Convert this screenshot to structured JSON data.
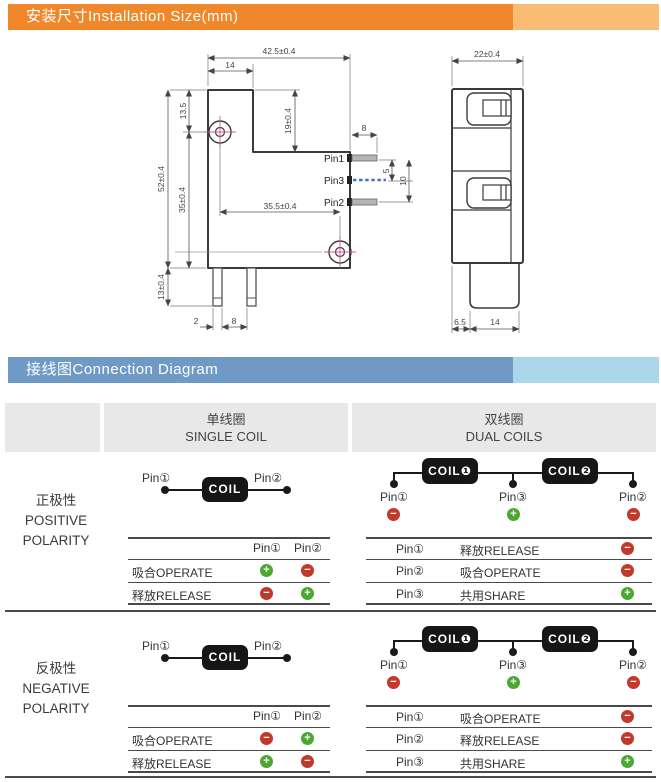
{
  "headers": {
    "installation": "安装尺寸Installation Size(mm)",
    "connection": "接线图Connection Diagram"
  },
  "colors": {
    "orange": "#F0882B",
    "orange_light": "#F8BC74",
    "blue": "#6F9AC6",
    "blue_light": "#ABD7EA",
    "plus_green": "#4CA832",
    "minus_red": "#C0392B",
    "pin3_blue": "#4472C4",
    "crosshair_magenta": "#D4509E"
  },
  "drawing": {
    "front": {
      "dim_overall_width": "42.5±0.4",
      "dim_tab_width": "14",
      "dim_hole_top": "13.5",
      "dim_notch_depth": "19±0.4",
      "dim_lead_length": "8",
      "dim_overall_height": "52±0.4",
      "dim_hole_bottom": "35±0.4",
      "dim_pin_pitch_upper": "5",
      "dim_pin_pitch_total": "10",
      "dim_hole_span": "35.5±0.4",
      "dim_bottom_pin_length": "13±0.4",
      "dim_bottom_pin_width": "2",
      "dim_bottom_pin_gap": "8",
      "pin1": "Pin1",
      "pin3": "Pin3",
      "pin2": "Pin2"
    },
    "side": {
      "dim_width": "22±0.4",
      "dim_foot_offset": "6.5",
      "dim_foot_width": "14"
    }
  },
  "connection": {
    "columns": {
      "single_zh": "单线圈",
      "single_en": "SINGLE COIL",
      "dual_zh": "双线圈",
      "dual_en": "DUAL COILS"
    },
    "coil": "COIL",
    "coil1": "COIL❶",
    "coil2": "COIL❷",
    "pin1": "Pin①",
    "pin2": "Pin②",
    "pin3": "Pin③",
    "positive": {
      "zh": "正极性",
      "en1": "POSITIVE",
      "en2": "POLARITY",
      "single_rows": [
        {
          "label": "吸合OPERATE",
          "pin1": "+",
          "pin2": "−"
        },
        {
          "label": "释放RELEASE",
          "pin1": "−",
          "pin2": "+"
        }
      ],
      "dual_signs": {
        "pin1": "−",
        "pin3": "+",
        "pin2": "−"
      },
      "dual_rows": [
        {
          "pin": "Pin①",
          "label": "释放RELEASE",
          "sign": "−"
        },
        {
          "pin": "Pin②",
          "label": "吸合OPERATE",
          "sign": "−"
        },
        {
          "pin": "Pin③",
          "label": "共用SHARE",
          "sign": "+"
        }
      ]
    },
    "negative": {
      "zh": "反极性",
      "en1": "NEGATIVE",
      "en2": "POLARITY",
      "single_rows": [
        {
          "label": "吸合OPERATE",
          "pin1": "−",
          "pin2": "+"
        },
        {
          "label": "释放RELEASE",
          "pin1": "+",
          "pin2": "−"
        }
      ],
      "dual_signs": {
        "pin1": "−",
        "pin3": "+",
        "pin2": "−"
      },
      "dual_rows": [
        {
          "pin": "Pin①",
          "label": "吸合OPERATE",
          "sign": "−"
        },
        {
          "pin": "Pin②",
          "label": "释放RELEASE",
          "sign": "−"
        },
        {
          "pin": "Pin③",
          "label": "共用SHARE",
          "sign": "+"
        }
      ]
    }
  }
}
